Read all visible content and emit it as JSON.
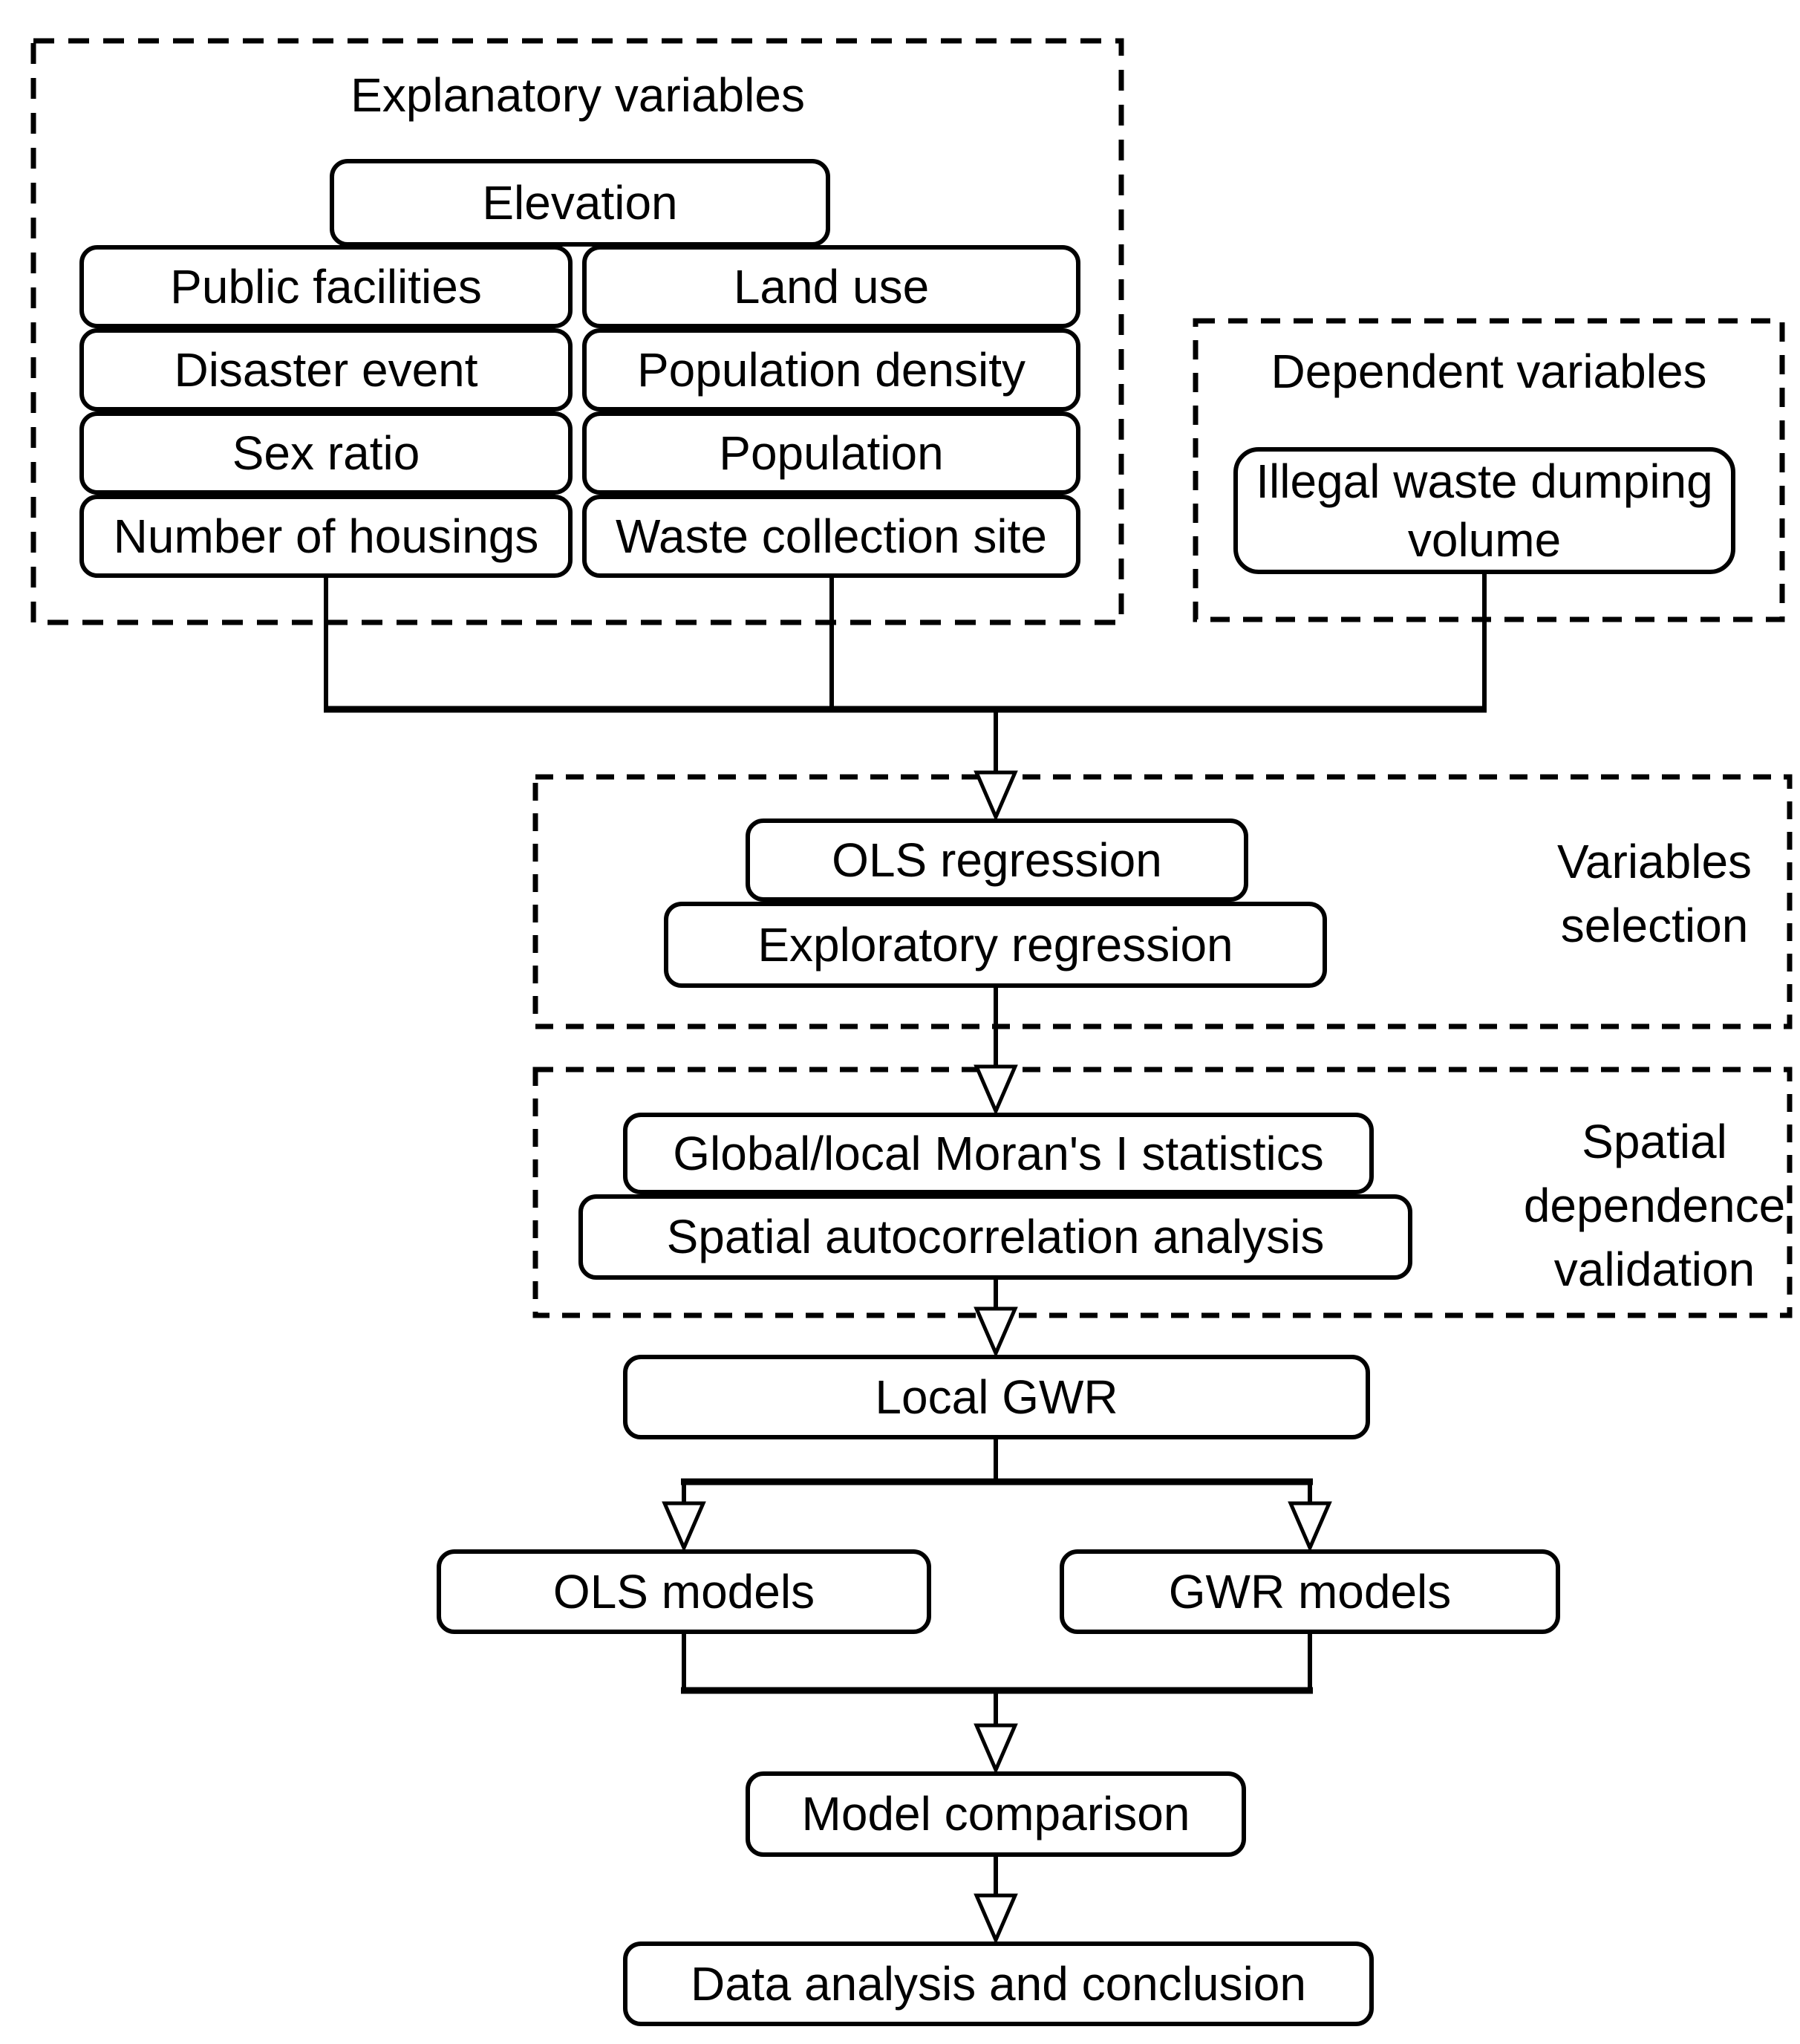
{
  "titles": {
    "explanatory": "Explanatory variables",
    "dependent": "Dependent variables"
  },
  "stage_labels": {
    "variables_selection": "Variables selection",
    "spatial_dependence": "Spatial dependence validation"
  },
  "nodes": {
    "elevation": "Elevation",
    "public_facilities": "Public facilities",
    "land_use": "Land use",
    "disaster_event": "Disaster event",
    "population_density": "Population density",
    "sex_ratio": "Sex ratio",
    "population": "Population",
    "number_of_housings": "Number of housings",
    "waste_collection_site": "Waste collection site",
    "illegal_waste_dumping_volume": "Illegal waste dumping volume",
    "ols_regression": "OLS regression",
    "exploratory_regression": "Exploratory regression",
    "morans_i": "Global/local Moran's I statistics",
    "spatial_autocorrelation": "Spatial autocorrelation analysis",
    "local_gwr": "Local GWR",
    "ols_models": "OLS models",
    "gwr_models": "GWR models",
    "model_comparison": "Model comparison",
    "data_analysis": "Data analysis and conclusion"
  },
  "colors": {
    "stroke": "#000000",
    "background": "#ffffff",
    "box_fill": "#ffffff"
  }
}
